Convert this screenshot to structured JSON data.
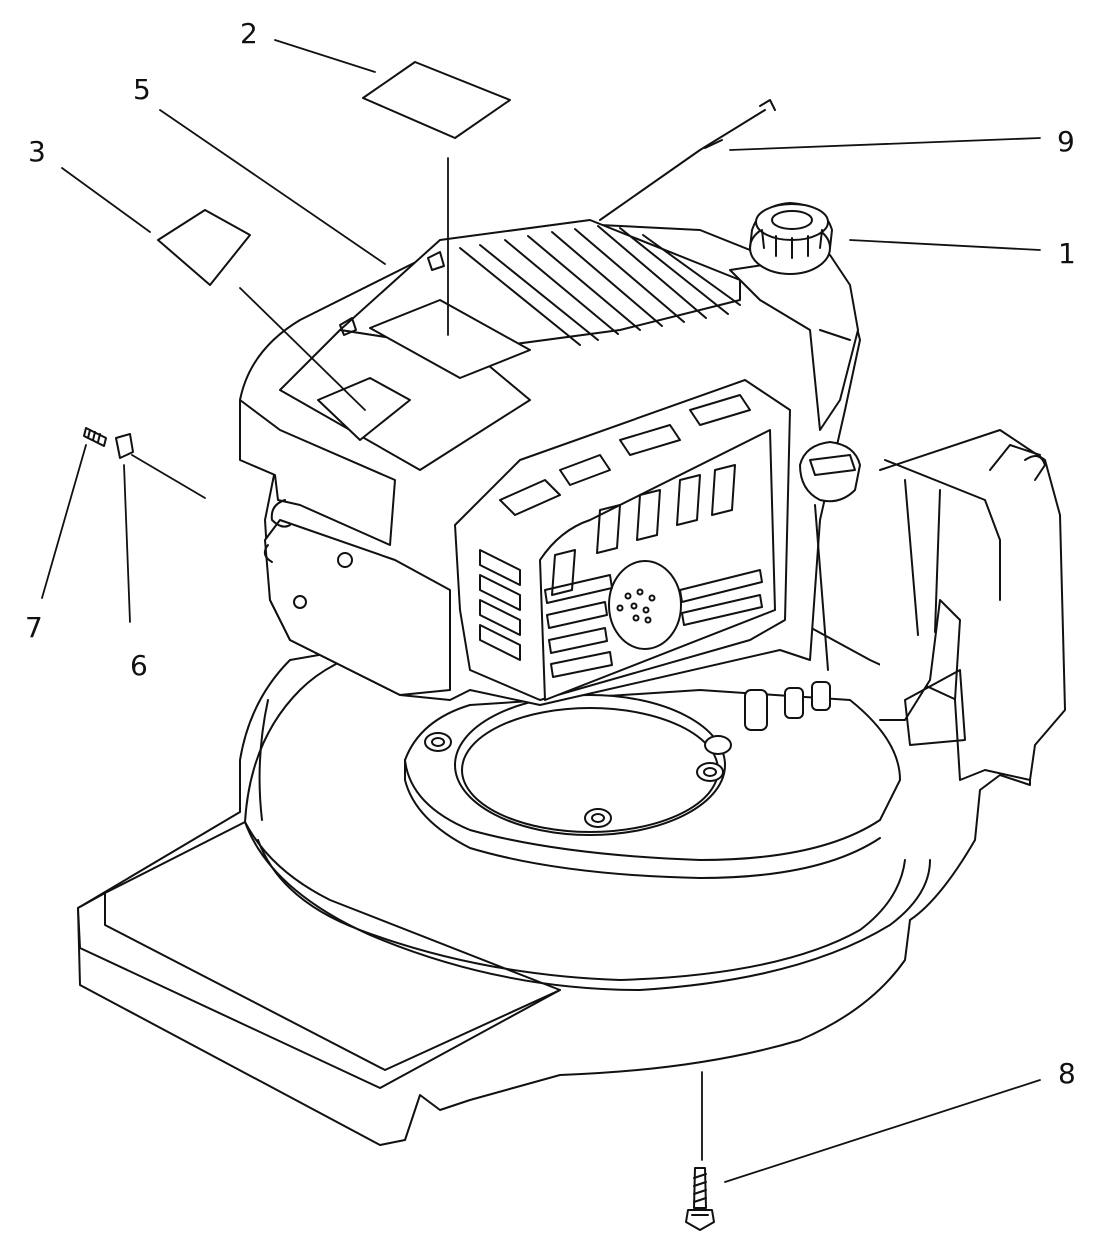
{
  "callouts": {
    "c1": "1",
    "c2": "2",
    "c3": "3",
    "c5": "5",
    "c6": "6",
    "c7": "7",
    "c8": "8",
    "c9": "9"
  },
  "colors": {
    "stroke": "#111111",
    "paper": "#ffffff",
    "fill_light": "#f2f2f2"
  }
}
